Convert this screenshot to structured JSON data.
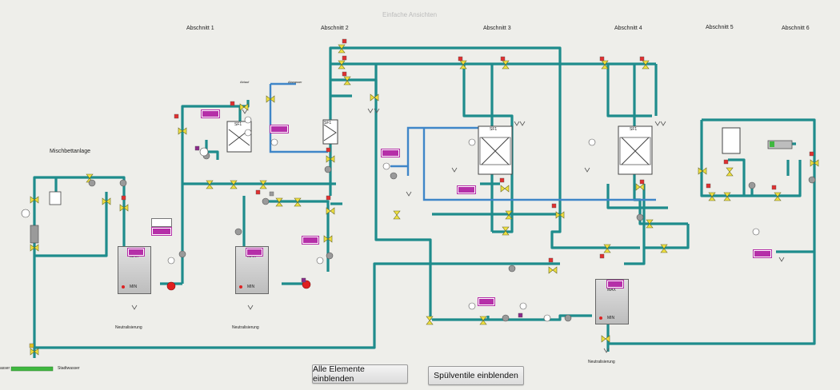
{
  "header": {
    "title": "Einfache Ansichten"
  },
  "sections": [
    {
      "label": "Abschnitt 1"
    },
    {
      "label": "Abschnitt 2"
    },
    {
      "label": "Abschnitt 3"
    },
    {
      "label": "Abschnitt 4"
    },
    {
      "label": "Abschnitt 5"
    },
    {
      "label": "Abschnitt 6"
    }
  ],
  "plant": {
    "mixed_bed_label": "Mischbettanlage",
    "left_inlet_label": "asser",
    "right_inlet_label": "Stadtwasser",
    "drain_label": "Ablauf",
    "drain2_label": "Abwasser",
    "filter_label": "SF1",
    "tank_max": "MAX",
    "tank_min": "MIN",
    "neutralisation_label": "Neutralisierung"
  },
  "buttons": {
    "show_all": "Alle Elemente einblenden",
    "show_flush": "Spülventile einblenden"
  },
  "colors": {
    "pipe": "#1e8c8c",
    "pipe_blue": "#3f86c8",
    "valve": "#f0e040",
    "tag": "#b52fa8",
    "alarm": "#e03030",
    "pump_red": "#e02020",
    "inlet_green": "#3fb83f"
  }
}
